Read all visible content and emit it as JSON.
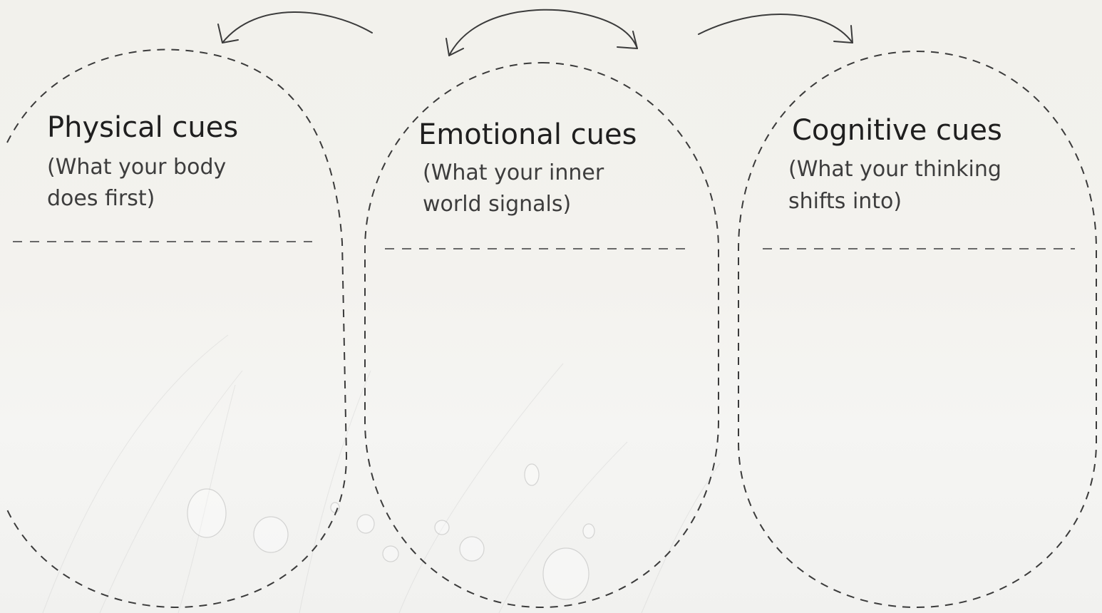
{
  "cards": [
    {
      "title": "Physical cues",
      "subtitle_lines": [
        "(What your body",
        "does first)"
      ]
    },
    {
      "title": "Emotional cues",
      "subtitle_lines": [
        "(What your inner",
        "world signals)"
      ]
    },
    {
      "title": "Cognitive cues",
      "subtitle_lines": [
        "(What your thinking",
        "shifts into)"
      ]
    }
  ],
  "icons": {
    "arrow": "curved-arrow-icon",
    "background": "water-droplets-grass"
  }
}
